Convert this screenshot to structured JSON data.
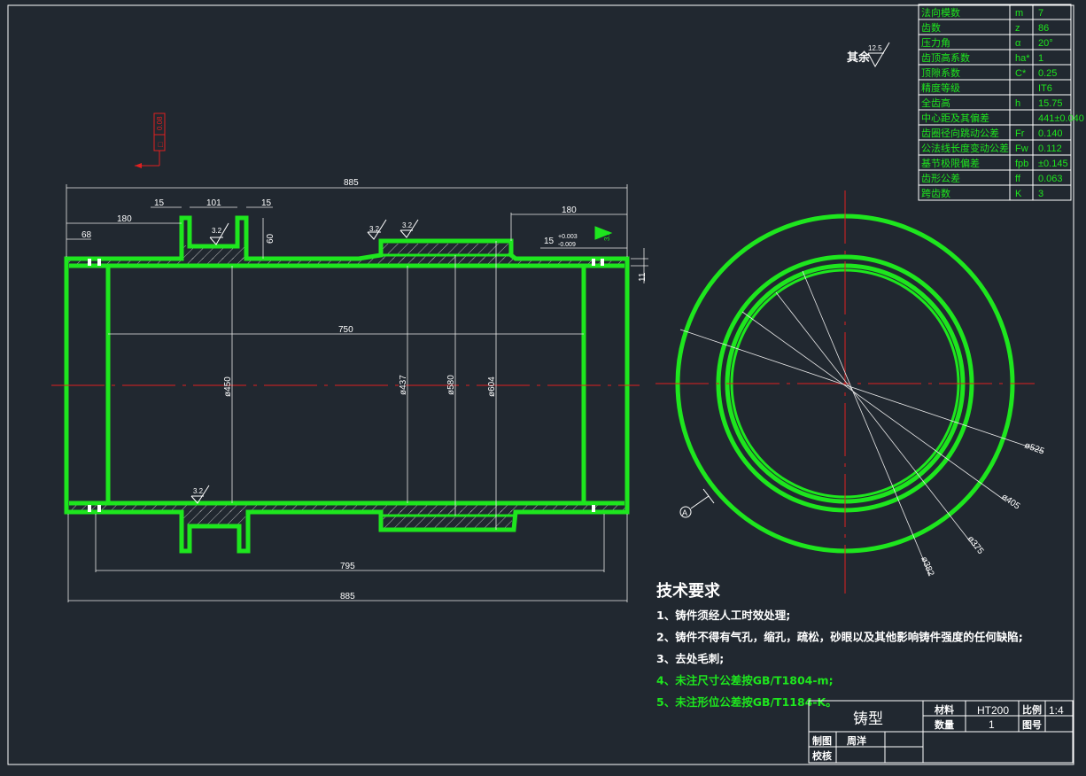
{
  "gear_table": [
    {
      "name": "法向模数",
      "sym": "m",
      "val": "7"
    },
    {
      "name": "齿数",
      "sym": "z",
      "val": "86"
    },
    {
      "name": "压力角",
      "sym": "α",
      "val": "20°"
    },
    {
      "name": "齿顶高系数",
      "sym": "ha*",
      "val": "1"
    },
    {
      "name": "顶隙系数",
      "sym": "C*",
      "val": "0.25"
    },
    {
      "name": "精度等级",
      "sym": "",
      "val": "IT6"
    },
    {
      "name": "全齿高",
      "sym": "h",
      "val": "15.75"
    },
    {
      "name": "中心距及其偏差",
      "sym": "",
      "val": "441±0.040"
    },
    {
      "name": "齿圈径向跳动公差",
      "sym": "Fr",
      "val": "0.140"
    },
    {
      "name": "公法线长度变动公差",
      "sym": "Fw",
      "val": "0.112"
    },
    {
      "name": "基节极限偏差",
      "sym": "fpb",
      "val": "±0.145"
    },
    {
      "name": "齿形公差",
      "sym": "ff",
      "val": "0.063"
    },
    {
      "name": "跨齿数",
      "sym": "K",
      "val": "3"
    }
  ],
  "roughness_note": {
    "label": "其余",
    "value": "12.5"
  },
  "tolerance_frame": {
    "value": "0.08",
    "symbol": "□"
  },
  "dims": {
    "overall_top": "885",
    "left_180": "180",
    "left_68": "68",
    "d15a": "15",
    "d101": "101",
    "d15b": "15",
    "d60": "60",
    "right_180": "180",
    "tol_15": "15",
    "tol_up": "+0.003",
    "tol_dn": "-0.009",
    "d11": "11",
    "bore_750": "750",
    "phi450": "ø450",
    "phi437": "ø437",
    "phi580": "ø580",
    "phi604": "ø604",
    "bottom_795": "795",
    "overall_bottom": "885",
    "r32a": "3.2",
    "r32b": "3.2",
    "r32c": "3.2",
    "r32d": "3.2",
    "r32e": "3.2",
    "phi525": "ø525",
    "phi405": "ø405",
    "phi375": "ø375",
    "phi382": "ø382",
    "datum": "A"
  },
  "tech": {
    "title": "技术要求",
    "items": [
      {
        "text": "1、铸件须经人工时效处理;",
        "color": "#ffffff"
      },
      {
        "text": "2、铸件不得有气孔，缩孔，疏松，砂眼以及其他影响铸件强度的任何缺陷;",
        "color": "#ffffff"
      },
      {
        "text": "3、去处毛刺;",
        "color": "#ffffff"
      },
      {
        "text": "4、未注尺寸公差按GB/T1804-m;",
        "color": "#1ee61e"
      },
      {
        "text": "5、未注形位公差按GB/T1184-K。",
        "color": "#1ee61e"
      }
    ]
  },
  "title_block": {
    "part_name": "铸型",
    "material_label": "材料",
    "material": "HT200",
    "scale_label": "比例",
    "scale": "1:4",
    "qty_label": "数量",
    "qty": "1",
    "drawing_no_label": "图号",
    "drawing_no": "",
    "drawn_label": "制图",
    "drawn_by": "周洋",
    "checked_label": "校核"
  }
}
